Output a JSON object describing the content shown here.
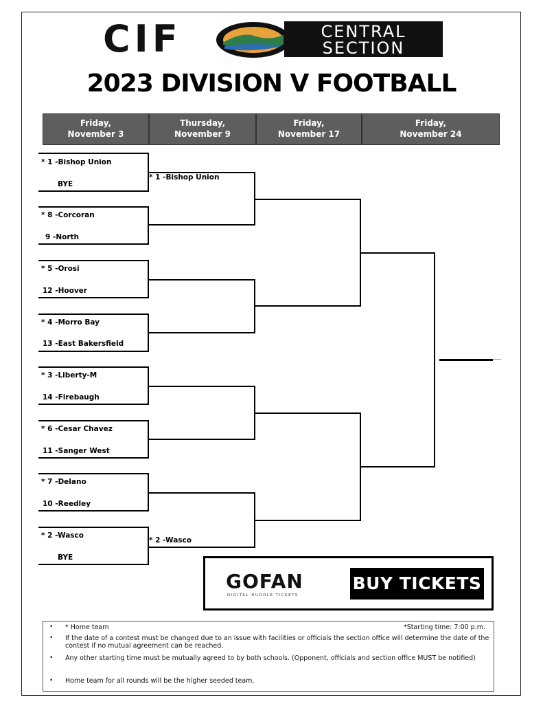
{
  "logo": {
    "cif": "CIF",
    "line1": "CENTRAL",
    "line2": "SECTION"
  },
  "title": "2023 DIVISION V FOOTBALL",
  "rounds": [
    {
      "day": "Friday,",
      "date": "November 3"
    },
    {
      "day": "Thursday,",
      "date": "November 9"
    },
    {
      "day": "Friday,",
      "date": "November 17"
    },
    {
      "day": "Friday,",
      "date": "November 24"
    }
  ],
  "first_round": [
    "* 1 -Bishop Union",
    "BYE",
    "* 8 -Corcoran",
    "9 -North",
    "* 5 -Orosi",
    "12 -Hoover",
    "* 4 -Morro Bay",
    "13 -East Bakersfield",
    "* 3 -Liberty-M",
    "14 -Firebaugh",
    "* 6 -Cesar Chavez",
    "11 -Sanger West",
    "* 7 -Delano",
    "10 -Reedley",
    "* 2 -Wasco",
    "BYE"
  ],
  "quarterfinal": {
    "top": "* 1 -Bishop Union",
    "bottom": "* 2 -Wasco"
  },
  "tickets": {
    "brand": "GOFAN",
    "tagline": "DIGITAL HUDDLE TICKETS",
    "button": "BUY TICKETS"
  },
  "notes": {
    "home_team": "* Home team",
    "start_time": "*Starting time: 7:00 p.m.",
    "items": [
      "If the date of a contest must be changed due to an issue with facilities or officials the section office will determine the date of the contest if no mutual agreement can be reached.",
      "Any other starting time must be mutually agreed to by both schools. (Opponent, officials and section office MUST be notified)",
      "Home team for all rounds will be the higher seeded team."
    ]
  }
}
